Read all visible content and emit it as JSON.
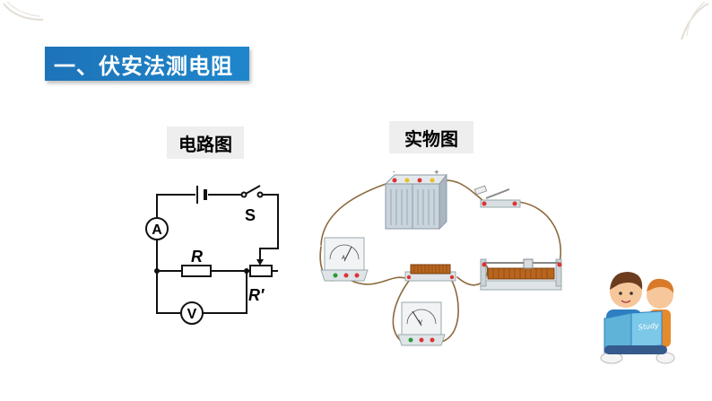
{
  "section": {
    "title": "一、伏安法测电阻"
  },
  "labels": {
    "circuit_diagram": "电路图",
    "physical_diagram": "实物图"
  },
  "circuit": {
    "ammeter_symbol": "A",
    "voltmeter_symbol": "V",
    "switch_label": "S",
    "resistor_label": "R",
    "rheostat_label": "R′"
  },
  "physical": {
    "ammeter_letter": "A",
    "voltmeter_letter": "V",
    "battery_minus": "-",
    "battery_plus": "+"
  },
  "illustration": {
    "book_text": "Study"
  },
  "colors": {
    "banner": "#1d73b8",
    "wire": "#8b6a3e",
    "coil": "#b8651e",
    "label_bg": "#eeeeee"
  }
}
